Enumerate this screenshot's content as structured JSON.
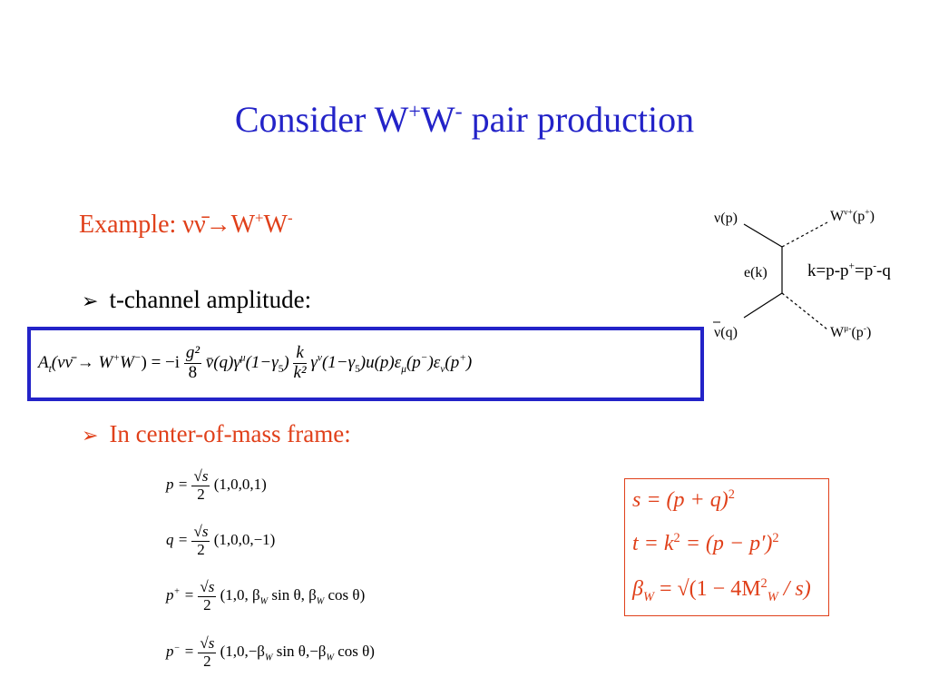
{
  "slide": {
    "title_main": "Consider W",
    "title_sup1": "+",
    "title_mid": "W",
    "title_sup2": "-",
    "title_end": " pair production"
  },
  "example": {
    "label": "Example: νν̄→W",
    "sup1": "+",
    "mid": "W",
    "sup2": "-"
  },
  "bullets": {
    "arrow": "➢",
    "t_channel": "t-channel amplitude:",
    "cm_frame": "In center-of-mass frame:"
  },
  "diagram": {
    "nu_p": "ν(p)",
    "nubar_q": "ν(q)",
    "e_k": "e(k)",
    "w_plus": "W",
    "w_plus_sup": "ν+",
    "w_plus_arg": "(p",
    "w_plus_arg_sup": "+",
    "w_plus_close": ")",
    "w_minus": "W",
    "w_minus_sup": "μ-",
    "w_minus_arg": "(p",
    "w_minus_arg_sup": "-",
    "w_minus_close": ")",
    "momentum_rel": "k=p-p",
    "momentum_sup1": "+",
    "momentum_mid": "=p",
    "momentum_sup2": "-",
    "momentum_end": "-q"
  },
  "amplitude": {
    "lhs": "A",
    "lhs_sub": "t",
    "process": "(νν̄ → W",
    "wp": "+",
    "wm_base": "W",
    "wm": "−",
    "eq": ") = −i",
    "g2_num": "g²",
    "g2_den": "8",
    "spinor": "v̄(q)γ",
    "mu": "μ",
    "proj1": "(1−γ",
    "five1": "5",
    "proj1_close": ")",
    "k_num": "k",
    "k_den": "k²",
    "gamma_nu": "γ",
    "nu": "ν",
    "proj2": "(1−γ",
    "five2": "5",
    "tail": ")u(p)ε",
    "eps_mu": "μ",
    "pm": "(p",
    "pm_sup": "−",
    "pm_close": ")ε",
    "eps_nu": "ν",
    "pp": "(p",
    "pp_sup": "+",
    "pp_close": ")"
  },
  "momenta": {
    "p": {
      "lhs": "p =",
      "num": "√s",
      "den": "2",
      "vec": "(1,0,0,1)"
    },
    "q": {
      "lhs": "q =",
      "num": "√s",
      "den": "2",
      "vec": "(1,0,0,−1)"
    },
    "p_plus": {
      "lhs": "p",
      "sup": "+",
      "eq": " =",
      "num": "√s",
      "den": "2",
      "vec": "(1,0, β",
      "sub1": "W",
      "mid": " sin θ, β",
      "sub2": "W",
      "end": " cos θ)"
    },
    "p_minus": {
      "lhs": "p",
      "sup": "−",
      "eq": " =",
      "num": "√s",
      "den": "2",
      "vec": "(1,0,−β",
      "sub1": "W",
      "mid": " sin θ,−β",
      "sub2": "W",
      "end": " cos θ)"
    }
  },
  "kinematics": {
    "s_def": "s = (p + q)",
    "s_exp": "2",
    "t_def1": "t = k",
    "t_exp1": "2",
    "t_def2": " = (p − p′)",
    "t_exp2": "2",
    "beta": "β",
    "beta_sub": "W",
    "beta_eq": " = √(1 − 4M",
    "m_exp": "2",
    "m_sub": "W",
    "beta_end": " / s)"
  },
  "colors": {
    "title": "#2323c8",
    "accent": "#e0401a",
    "box": "#2323c8"
  }
}
